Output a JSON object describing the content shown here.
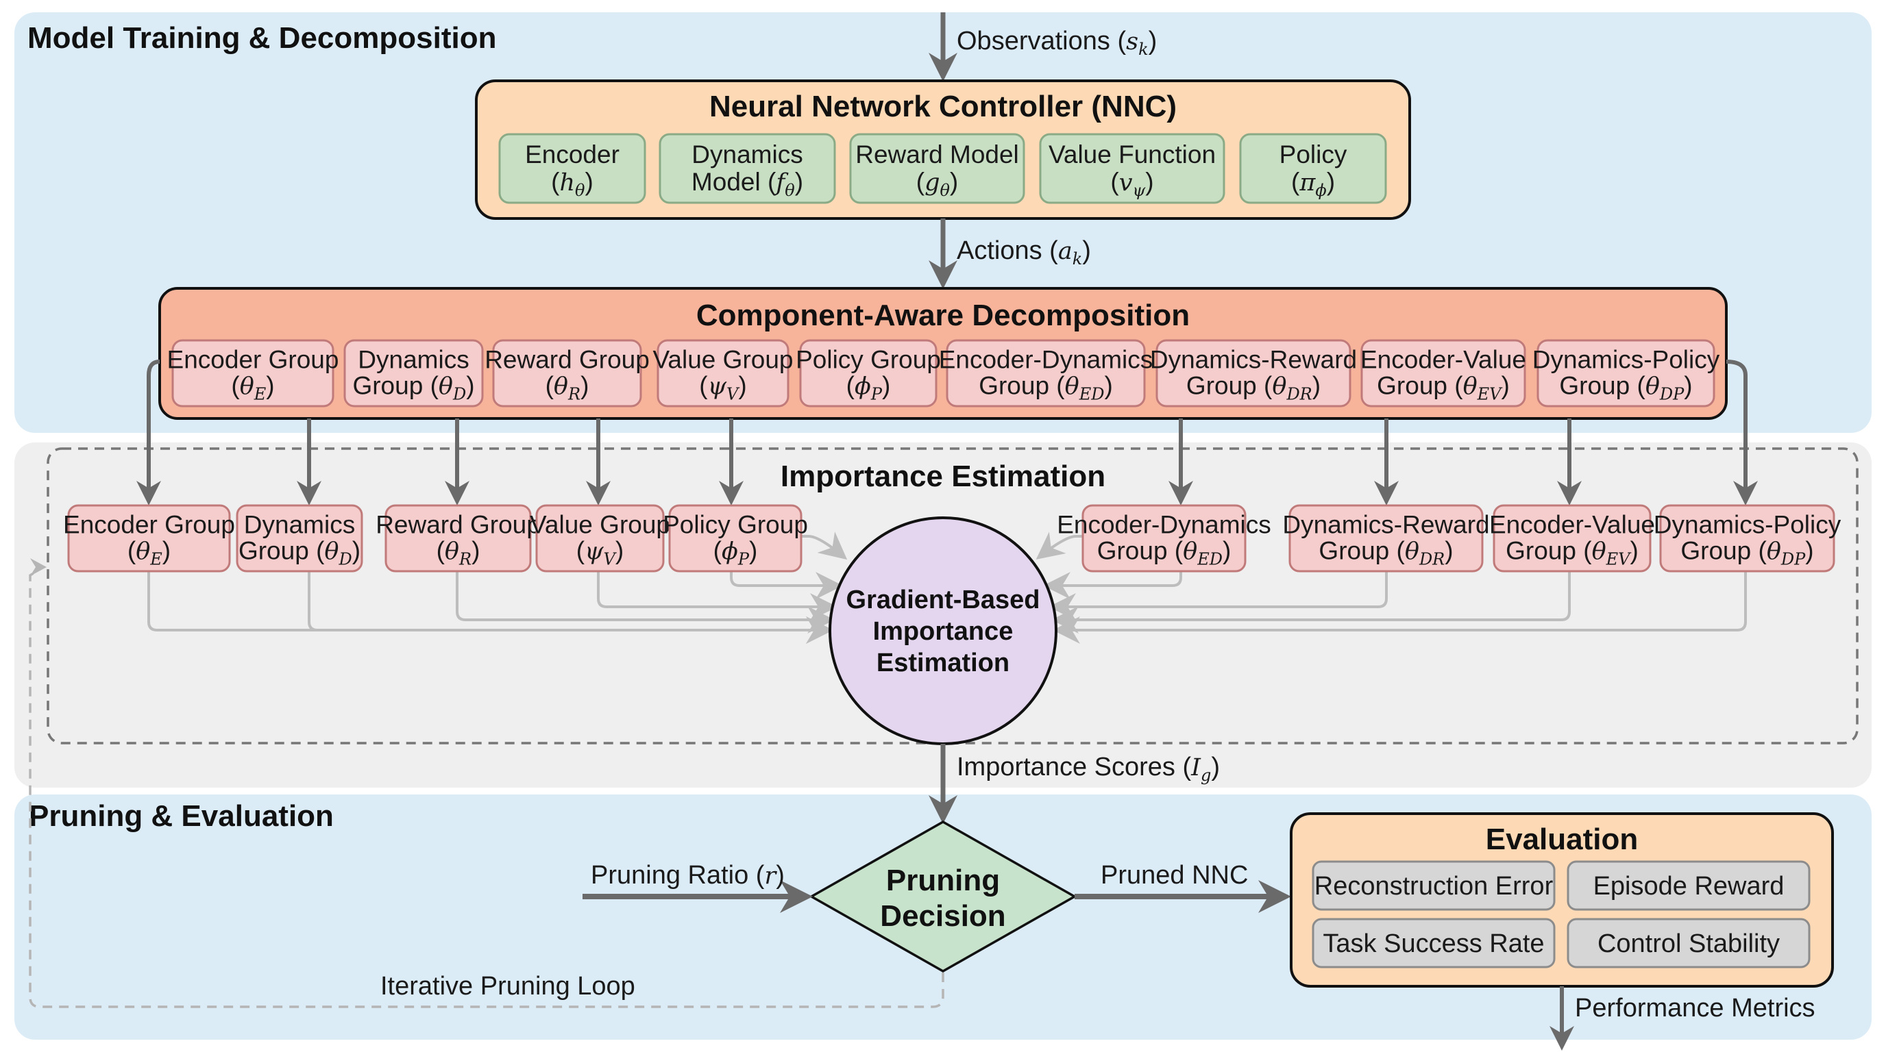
{
  "colors": {
    "panel_blue": "#dcecf7",
    "panel_gray": "#efefef",
    "nnc_fill": "#fdd9b5",
    "component_fill": "#c8dfc4",
    "component_stroke": "#8aab86",
    "decomp_fill": "#f8b49a",
    "group_fill": "#f6cdcd",
    "group_stroke": "#c07a7a",
    "center_fill": "#e4d6ee",
    "decision_fill": "#c8e3cc",
    "metric_fill": "#d6d6d6",
    "arrow_dark": "#6a6a6a",
    "arrow_light": "#bdbdbd"
  },
  "panels": {
    "top_title": "Model Training & Decomposition",
    "middle_title": "Importance Estimation",
    "bottom_title": "Pruning & Evaluation"
  },
  "flows": {
    "observations": {
      "text": "Observations (",
      "sym": "s",
      "sub": "k",
      "close": ")"
    },
    "actions": {
      "text": "Actions (",
      "sym": "a",
      "sub": "k",
      "close": ")"
    },
    "importance_scores": {
      "text": "Importance Scores (",
      "sym": "I",
      "sub": "g",
      "close": ")"
    },
    "pruning_ratio": {
      "text": "Pruning Ratio (",
      "sym": "r",
      "close": ")"
    },
    "pruned_nnc": "Pruned NNC",
    "performance_metrics": "Performance Metrics",
    "iterative_loop": "Iterative Pruning Loop"
  },
  "nnc": {
    "title": "Neural Network Controller (NNC)",
    "components": [
      {
        "line1": "Encoder",
        "line2_pre": "(",
        "sym": "h",
        "sub": "θ",
        "line2_post": ")"
      },
      {
        "line1": "Dynamics",
        "line2_pre": "Model (",
        "sym": "f",
        "sub": "θ",
        "line2_post": ")"
      },
      {
        "line1": "Reward Model",
        "line2_pre": "(",
        "sym": "g",
        "sub": "θ",
        "line2_post": ")"
      },
      {
        "line1": "Value Function",
        "line2_pre": "(",
        "sym": "v",
        "sub": "ψ",
        "line2_post": ")"
      },
      {
        "line1": "Policy",
        "line2_pre": "(",
        "sym": "π",
        "sub": "ϕ",
        "line2_post": ")"
      }
    ]
  },
  "decomposition": {
    "title": "Component-Aware Decomposition",
    "groups": [
      {
        "line1": "Encoder Group",
        "line2_pre": "(",
        "sym": "θ",
        "sub": "E",
        "line2_post": ")"
      },
      {
        "line1": "Dynamics",
        "line2_pre": "Group (",
        "sym": "θ",
        "sub": "D",
        "line2_post": ")"
      },
      {
        "line1": "Reward Group",
        "line2_pre": "(",
        "sym": "θ",
        "sub": "R",
        "line2_post": ")"
      },
      {
        "line1": "Value Group",
        "line2_pre": "(",
        "sym": "ψ",
        "sub": "V",
        "line2_post": ")"
      },
      {
        "line1": "Policy Group",
        "line2_pre": "(",
        "sym": "ϕ",
        "sub": "P",
        "line2_post": ")"
      },
      {
        "line1": "Encoder-Dynamics",
        "line2_pre": "Group (",
        "sym": "θ",
        "sub": "ED",
        "line2_post": ")"
      },
      {
        "line1": "Dynamics-Reward",
        "line2_pre": "Group (",
        "sym": "θ",
        "sub": "DR",
        "line2_post": ")"
      },
      {
        "line1": "Encoder-Value",
        "line2_pre": "Group (",
        "sym": "θ",
        "sub": "EV",
        "line2_post": ")"
      },
      {
        "line1": "Dynamics-Policy",
        "line2_pre": "Group (",
        "sym": "θ",
        "sub": "DP",
        "line2_post": ")"
      }
    ]
  },
  "importance": {
    "center": [
      "Gradient-Based",
      "Importance",
      "Estimation"
    ]
  },
  "decision": {
    "lines": [
      "Pruning",
      "Decision"
    ]
  },
  "evaluation": {
    "title": "Evaluation",
    "metrics": [
      "Reconstruction Error",
      "Episode Reward",
      "Task Success Rate",
      "Control Stability"
    ]
  }
}
